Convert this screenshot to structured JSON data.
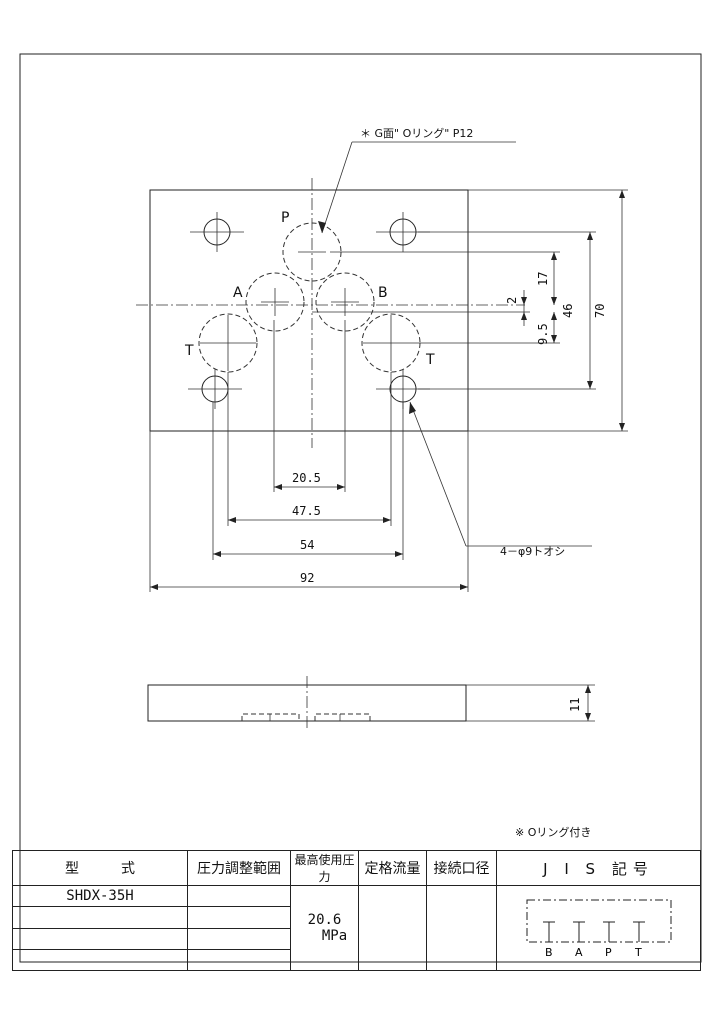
{
  "plan_view": {
    "oring_note": "＊ G面\" Oリング\"  P12",
    "port_labels": {
      "p": "P",
      "a": "A",
      "b": "B",
      "t_left": "T",
      "t_right": "T"
    },
    "hole_note": "4－φ9トオシ"
  },
  "dimensions": {
    "d_20_5": "20.5",
    "d_47_5": "47.5",
    "d_54": "54",
    "d_92": "92",
    "d_2": "2",
    "d_17": "17",
    "d_9_5": "9.5",
    "d_46": "46",
    "d_70": "70",
    "d_11": "11"
  },
  "footnote": "※  Oリング付き",
  "spec_table": {
    "headers": {
      "model": "型　　　式",
      "pressure_range": "圧力調整範囲",
      "max_pressure": "最高使用圧力",
      "rated_flow": "定格流量",
      "port_size": "接続口径",
      "jis_symbol": "J I S  記号"
    },
    "model_value": "SHDX-35H",
    "max_pressure_value": "20.6",
    "max_pressure_unit": "MPa",
    "symbol_ports": [
      "B",
      "A",
      "P",
      "T"
    ]
  }
}
